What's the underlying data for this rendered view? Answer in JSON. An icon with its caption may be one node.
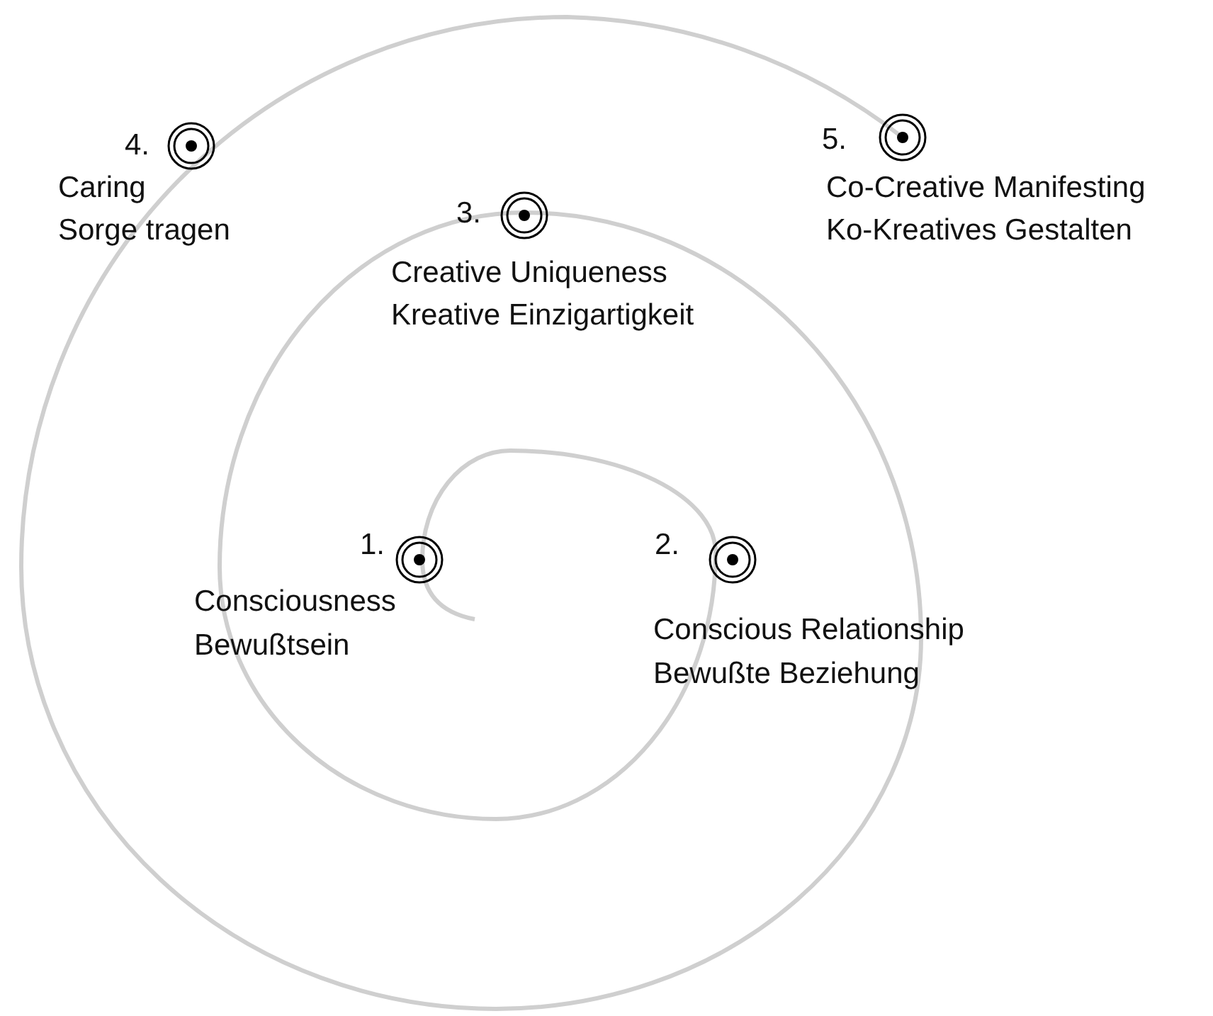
{
  "diagram": {
    "labels": [
      "4.",
      "Caring",
      "Sorge tragen",
      "5.",
      "Co-Creative Manifesting",
      "Ko-Kreatives Gestalten",
      "3.",
      "Creative Uniqueness",
      "Kreative Einzigartigkeit",
      "1.",
      "Consciousness",
      "Bewußtsein",
      "2.",
      "Conscious Relationship",
      "Bewußte Beziehung"
    ]
  }
}
